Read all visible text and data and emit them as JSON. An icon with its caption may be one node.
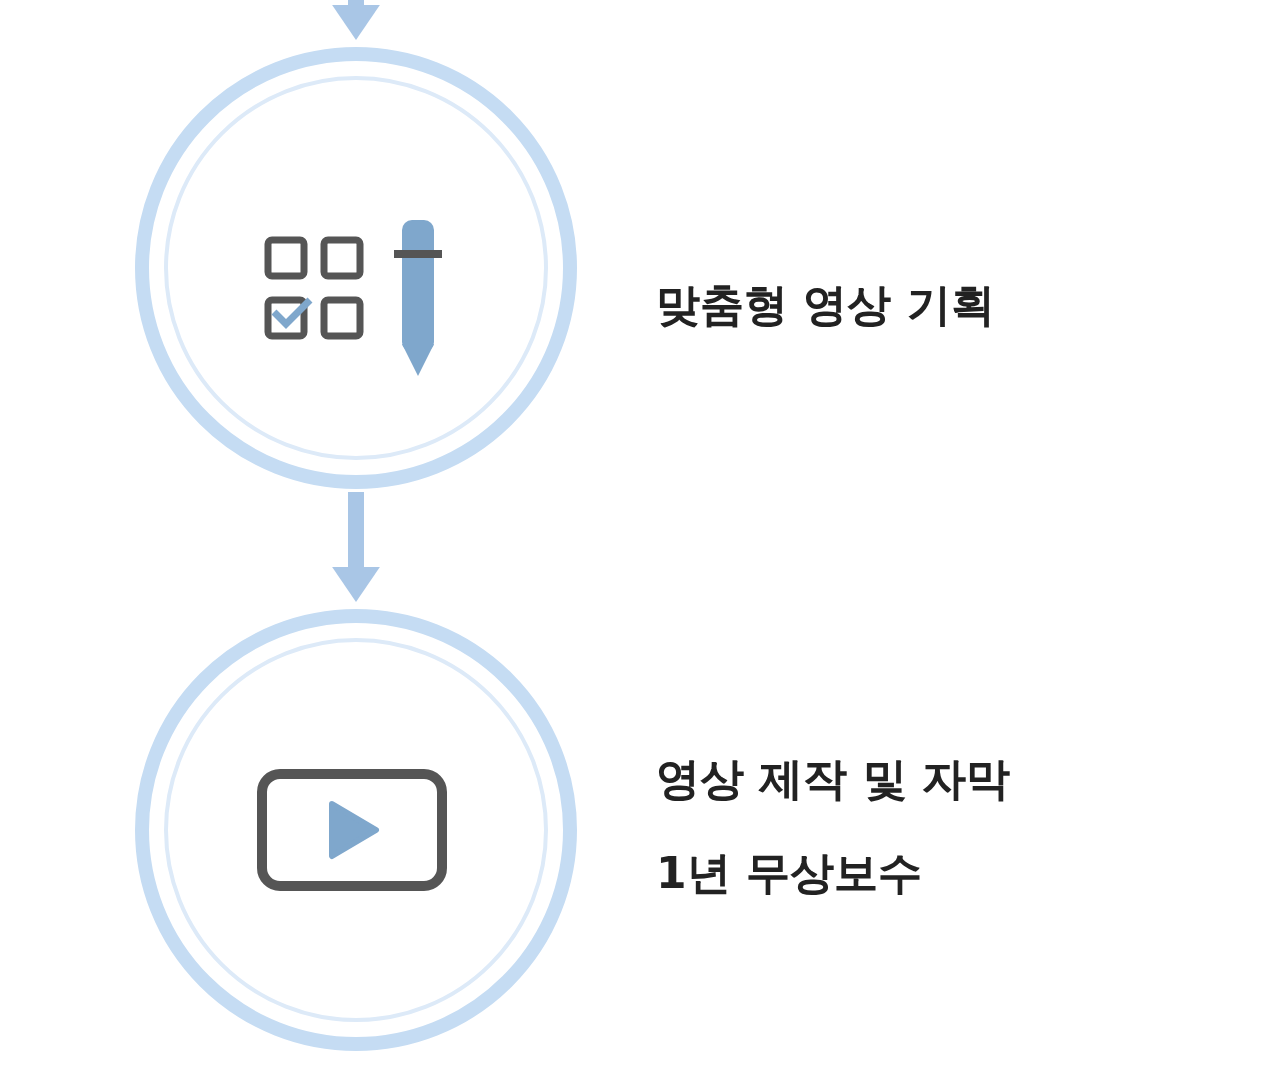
{
  "diagram": {
    "nodes": [
      {
        "text": [],
        "shape": "circle",
        "beside": [
          "맞춤형 영상 기획"
        ]
      },
      {
        "text": [],
        "shape": "circle",
        "beside": [
          "영상 제작 및 자막 1년 무상보수"
        ]
      }
    ],
    "edges": [
      {
        "from": null,
        "to": 0,
        "arrow": "to"
      },
      {
        "from": 0,
        "to": 1,
        "arrow": "to"
      }
    ]
  }
}
